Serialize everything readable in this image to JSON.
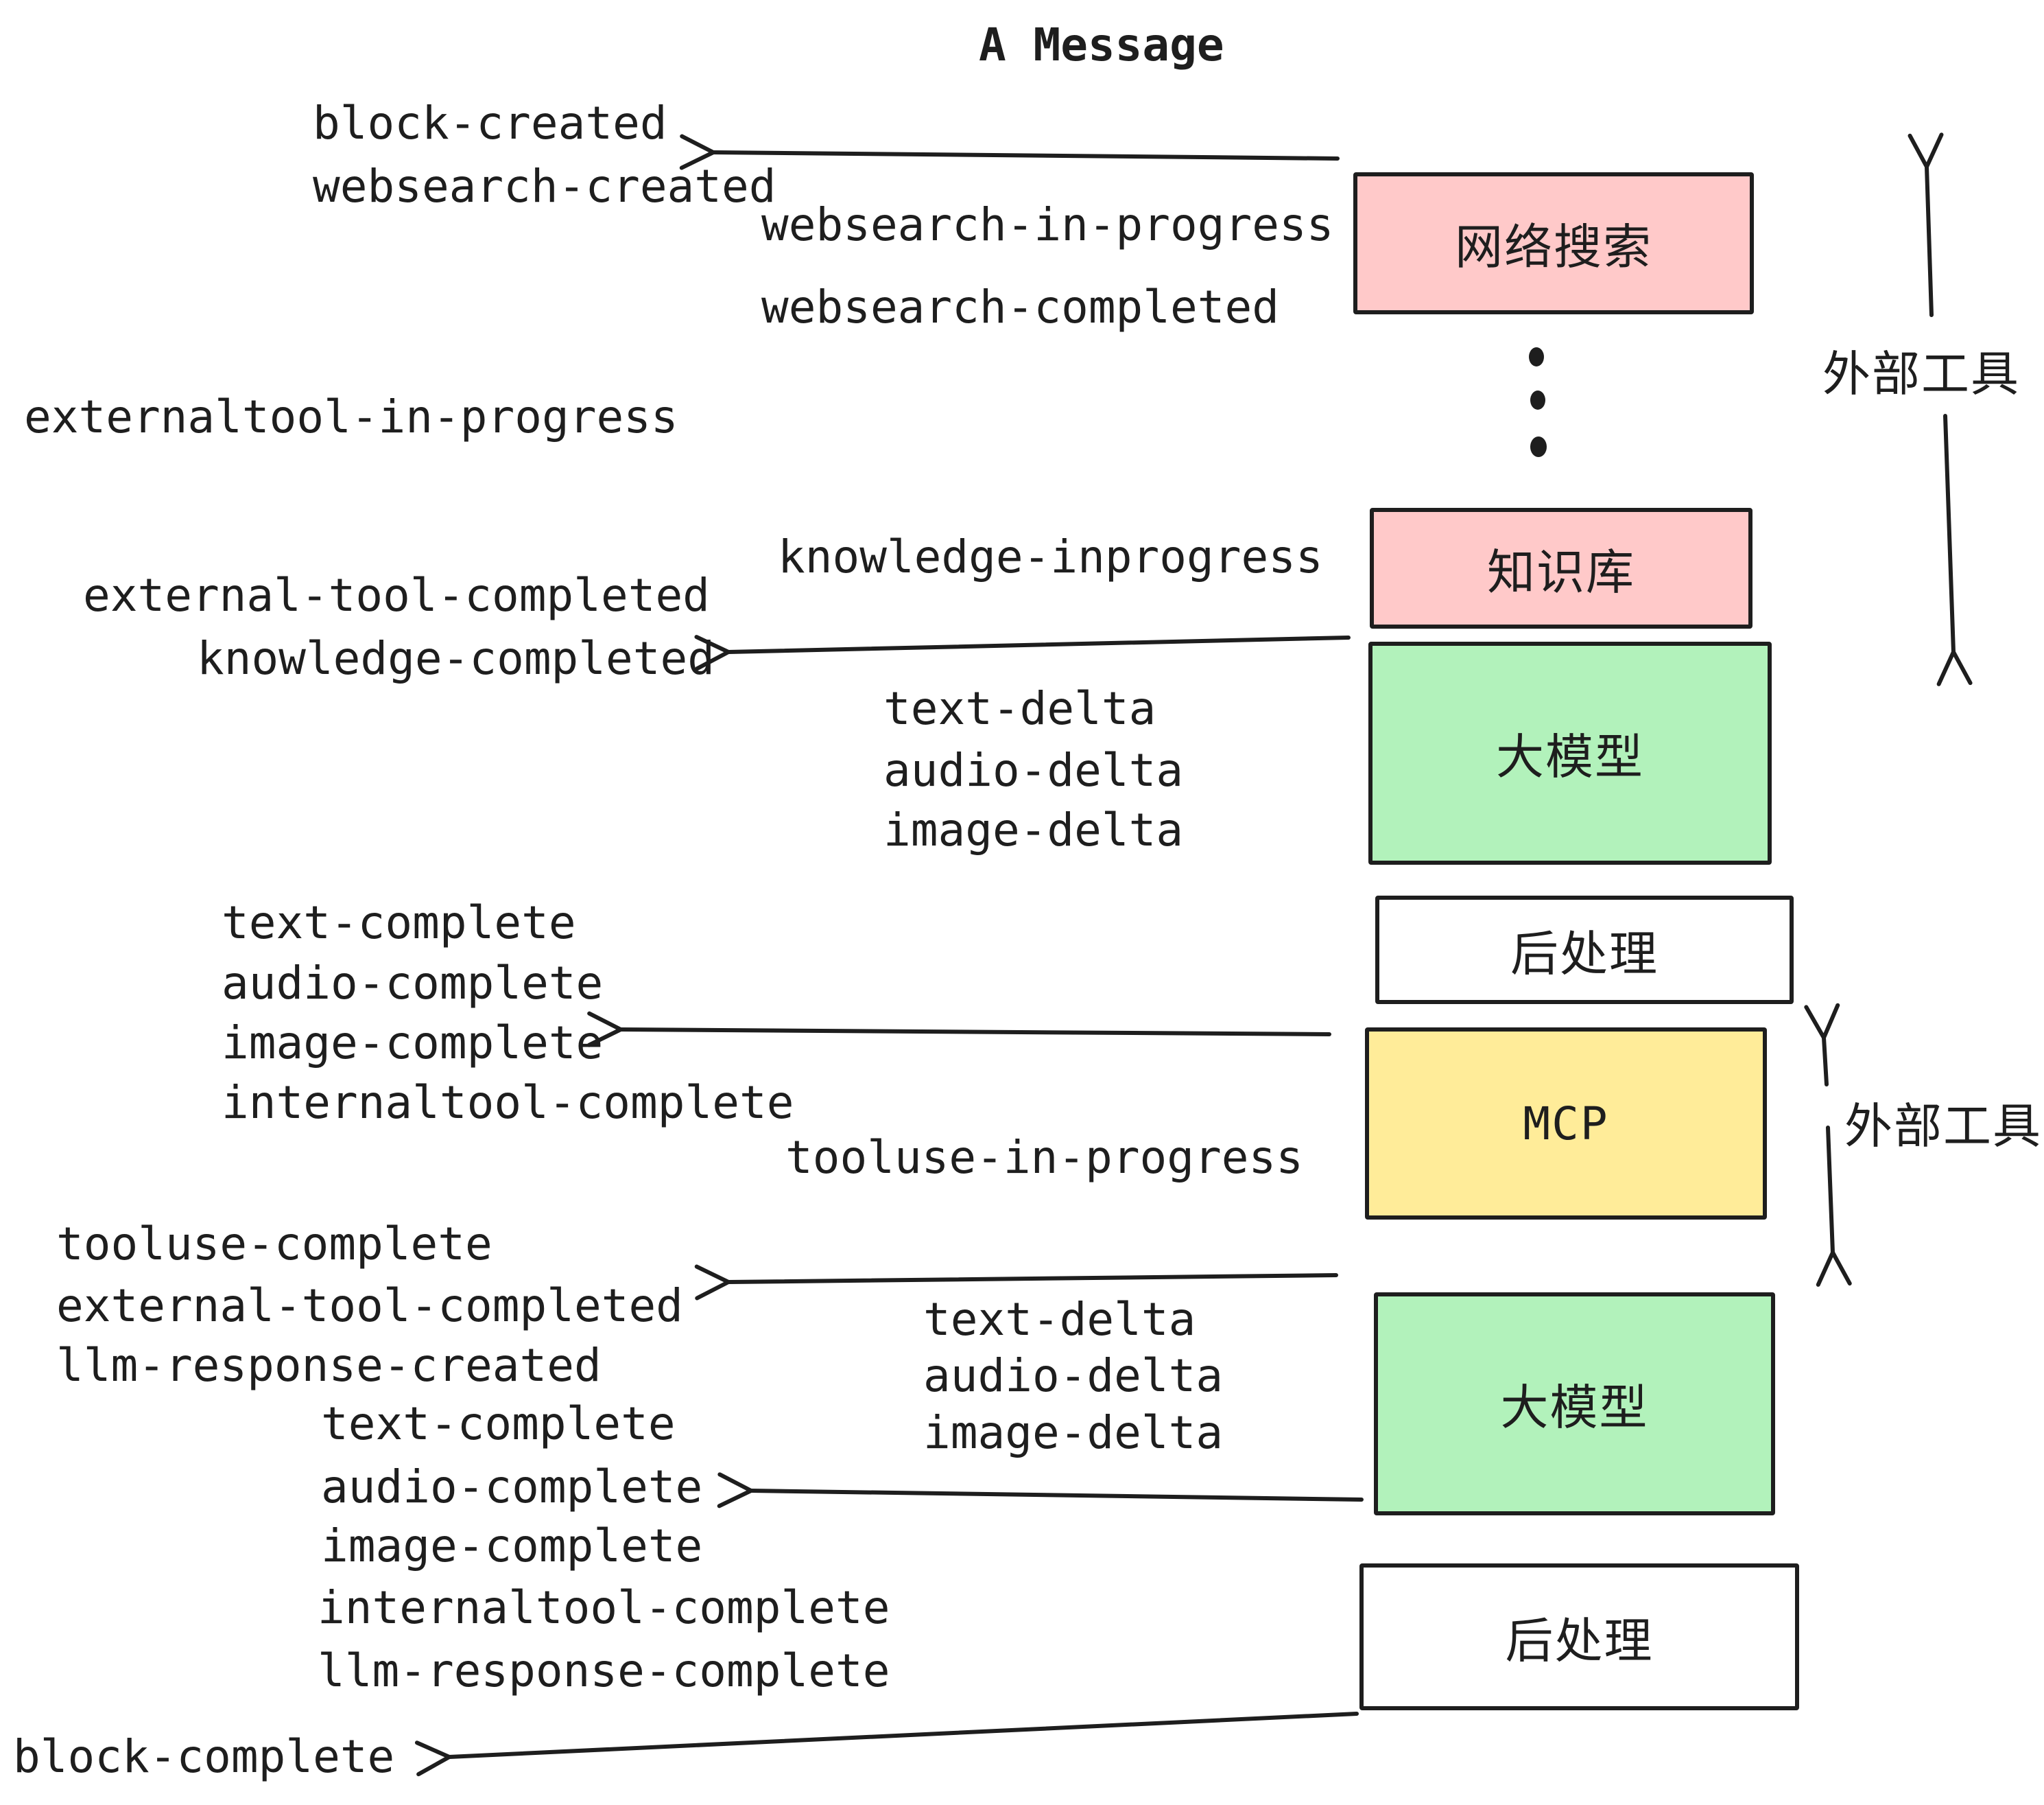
{
  "title": "A Message",
  "colors": {
    "stroke": "#1e1e1e",
    "pink": "#ffc9c9",
    "green": "#b2f2bb",
    "yellow": "#ffec99",
    "white": "#ffffff"
  },
  "boxes": [
    {
      "label": "网络搜索",
      "fill": "#ffc9c9"
    },
    {
      "label": "知识库",
      "fill": "#ffc9c9"
    },
    {
      "label": "大模型",
      "fill": "#b2f2bb"
    },
    {
      "label": "后处理",
      "fill": "#ffffff"
    },
    {
      "label": "MCP",
      "fill": "#ffec99"
    },
    {
      "label": "大模型",
      "fill": "#b2f2bb"
    },
    {
      "label": "后处理",
      "fill": "#ffffff"
    }
  ],
  "annotations": [
    {
      "label": "外部工具"
    },
    {
      "label": "外部工具"
    }
  ],
  "events": [
    "block-created",
    "websearch-created",
    "websearch-in-progress",
    "websearch-completed",
    "externaltool-in-progress",
    "knowledge-inprogress",
    "external-tool-completed",
    "knowledge-completed",
    "text-delta",
    "audio-delta",
    "image-delta",
    "text-complete",
    "audio-complete",
    "image-complete",
    "internaltool-complete",
    "tooluse-in-progress",
    "tooluse-complete",
    "external-tool-completed",
    "llm-response-created",
    "text-delta",
    "audio-delta",
    "image-delta",
    "text-complete",
    "audio-complete",
    "image-complete",
    "internaltool-complete",
    "llm-response-complete",
    "block-complete"
  ]
}
